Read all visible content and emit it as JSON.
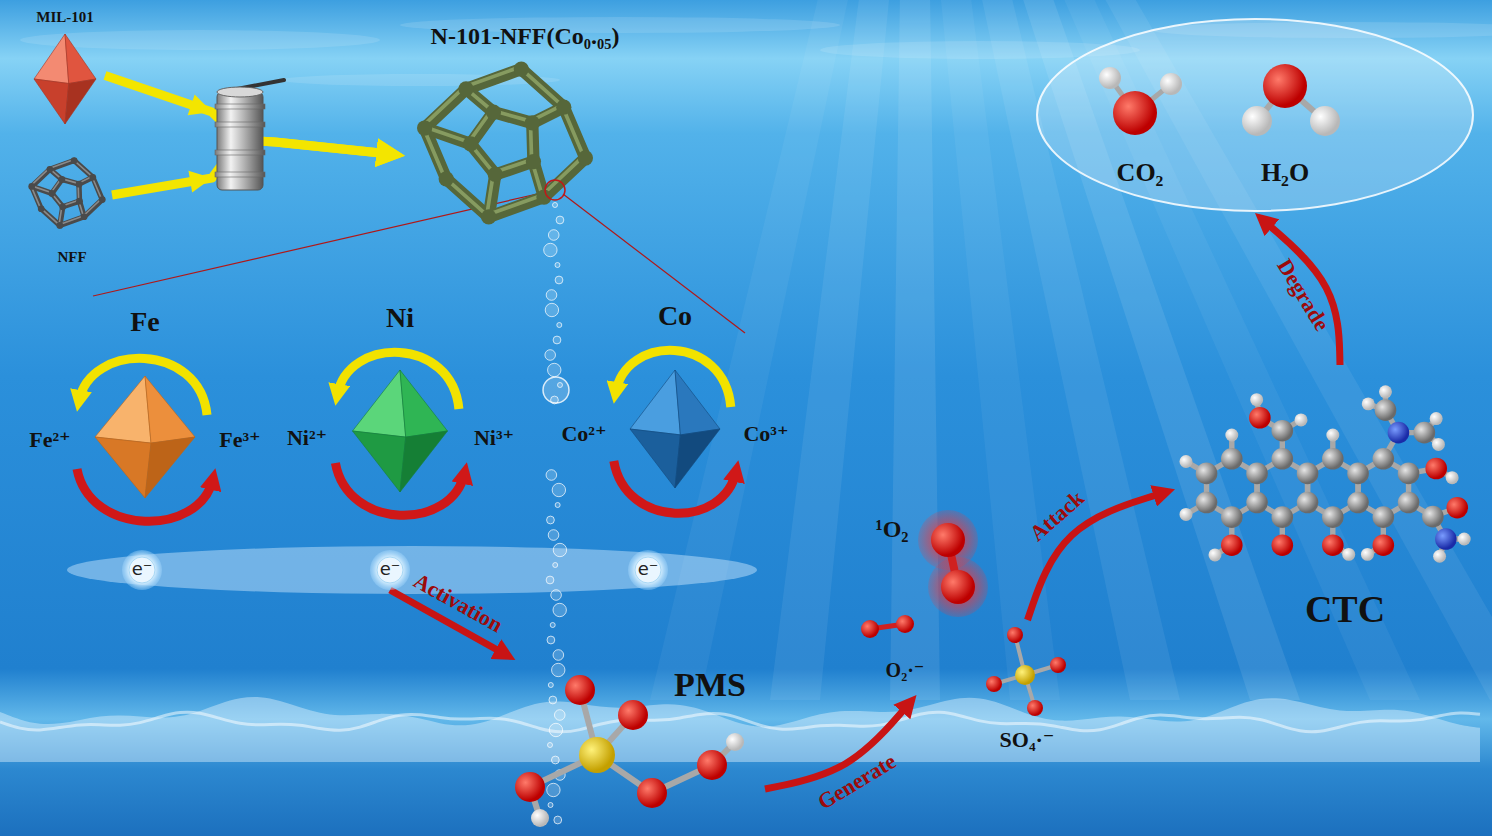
{
  "diagram": {
    "nodes": [
      {
        "text": [
          "MIL-101"
        ]
      },
      {
        "text": [
          "NFF"
        ]
      },
      {
        "text": [
          "N-101-NFF(Co₀.₀₅)"
        ]
      },
      {
        "text": [
          "Fe",
          "Fe²⁺",
          "Fe³⁺"
        ]
      },
      {
        "text": [
          "Ni",
          "Ni²⁺",
          "Ni³⁺"
        ]
      },
      {
        "text": [
          "Co",
          "Co²⁺",
          "Co³⁺"
        ]
      },
      {
        "text": [
          "e⁻"
        ]
      },
      {
        "text": [
          "e⁻"
        ]
      },
      {
        "text": [
          "e⁻"
        ]
      },
      {
        "text": [
          "PMS"
        ]
      },
      {
        "text": [
          "¹O₂"
        ]
      },
      {
        "text": [
          "O₂·⁻"
        ]
      },
      {
        "text": [
          "SO₄·⁻"
        ]
      },
      {
        "text": [
          "CTC"
        ]
      },
      {
        "text": [
          "CO₂",
          "H₂O"
        ]
      }
    ],
    "edges": [
      {
        "from": 0,
        "to": 2,
        "arrow": "to"
      },
      {
        "from": 1,
        "to": 2,
        "arrow": "to"
      },
      {
        "from": 7,
        "to": 9,
        "label": "Activation",
        "arrow": "to"
      },
      {
        "from": 9,
        "to": 11,
        "label": "Generate",
        "arrow": "to"
      },
      {
        "from": 12,
        "to": 13,
        "label": "Attack",
        "arrow": "to"
      },
      {
        "from": 13,
        "to": 14,
        "label": "Degrade",
        "arrow": "to"
      }
    ]
  }
}
